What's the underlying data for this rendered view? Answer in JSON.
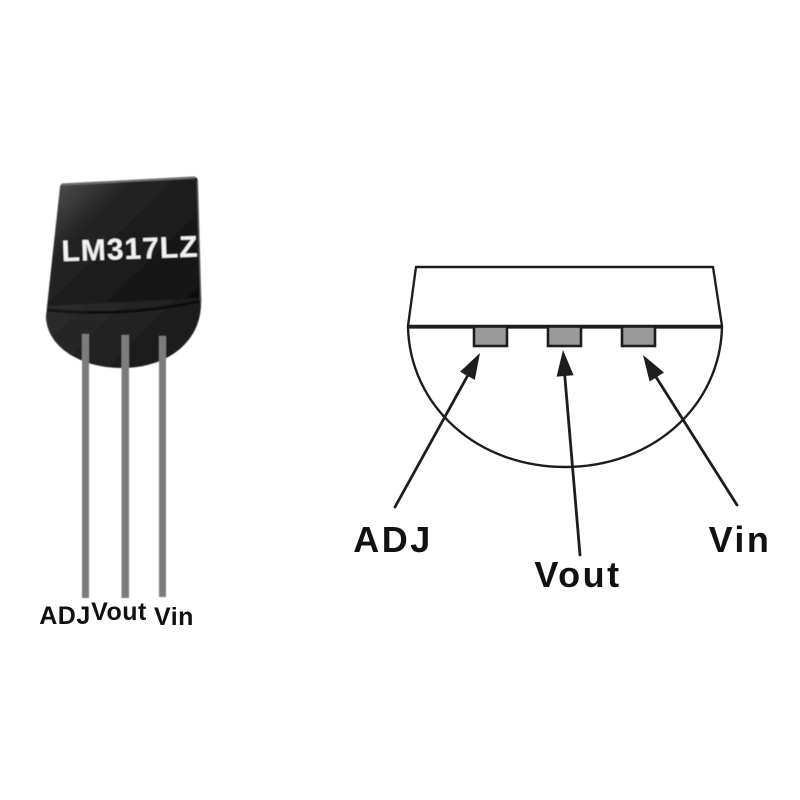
{
  "photo": {
    "part_number": "LM317LZ",
    "pin_labels": [
      "ADJ",
      "Vout",
      "Vin"
    ]
  },
  "pinout": {
    "pin_labels": [
      "ADJ",
      "Vout",
      "Vin"
    ]
  },
  "colors": {
    "background": "#ffffff",
    "body_light": "#585858",
    "body_mid": "#242424",
    "body_dark": "#0c0c0c",
    "lead_gray": "#7b7b7b",
    "pin_fill": "#9a9a9a",
    "line": "#1d1d1d",
    "label_text": "#111111",
    "part_text": "#f2f2f2"
  }
}
